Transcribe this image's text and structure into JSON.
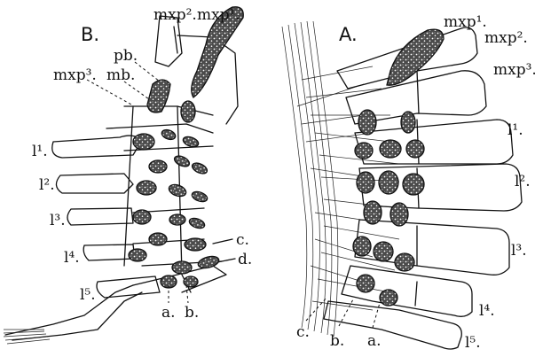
{
  "figure": {
    "panel_a": {
      "title": "A.",
      "labels": {
        "mxp1": "mxp¹.",
        "mxp2": "mxp².",
        "mxp3": "mxp³.",
        "l1": "l¹.",
        "l2": "l².",
        "l3": "l³.",
        "l4": "l⁴.",
        "l5": "l⁵.",
        "a": "a.",
        "b": "b.",
        "c": "c."
      }
    },
    "panel_b": {
      "title": "B.",
      "labels": {
        "mxp1": "mxp¹.",
        "mxp2": "mxp².",
        "mxp3": "mxp³.",
        "pb": "pb.",
        "mb": "mb.",
        "l1": "l¹.",
        "l2": "l².",
        "l3": "l³.",
        "l4": "l⁴.",
        "l5": "l⁵.",
        "a": "a.",
        "b": "b.",
        "c": "c.",
        "d": "d."
      }
    }
  }
}
